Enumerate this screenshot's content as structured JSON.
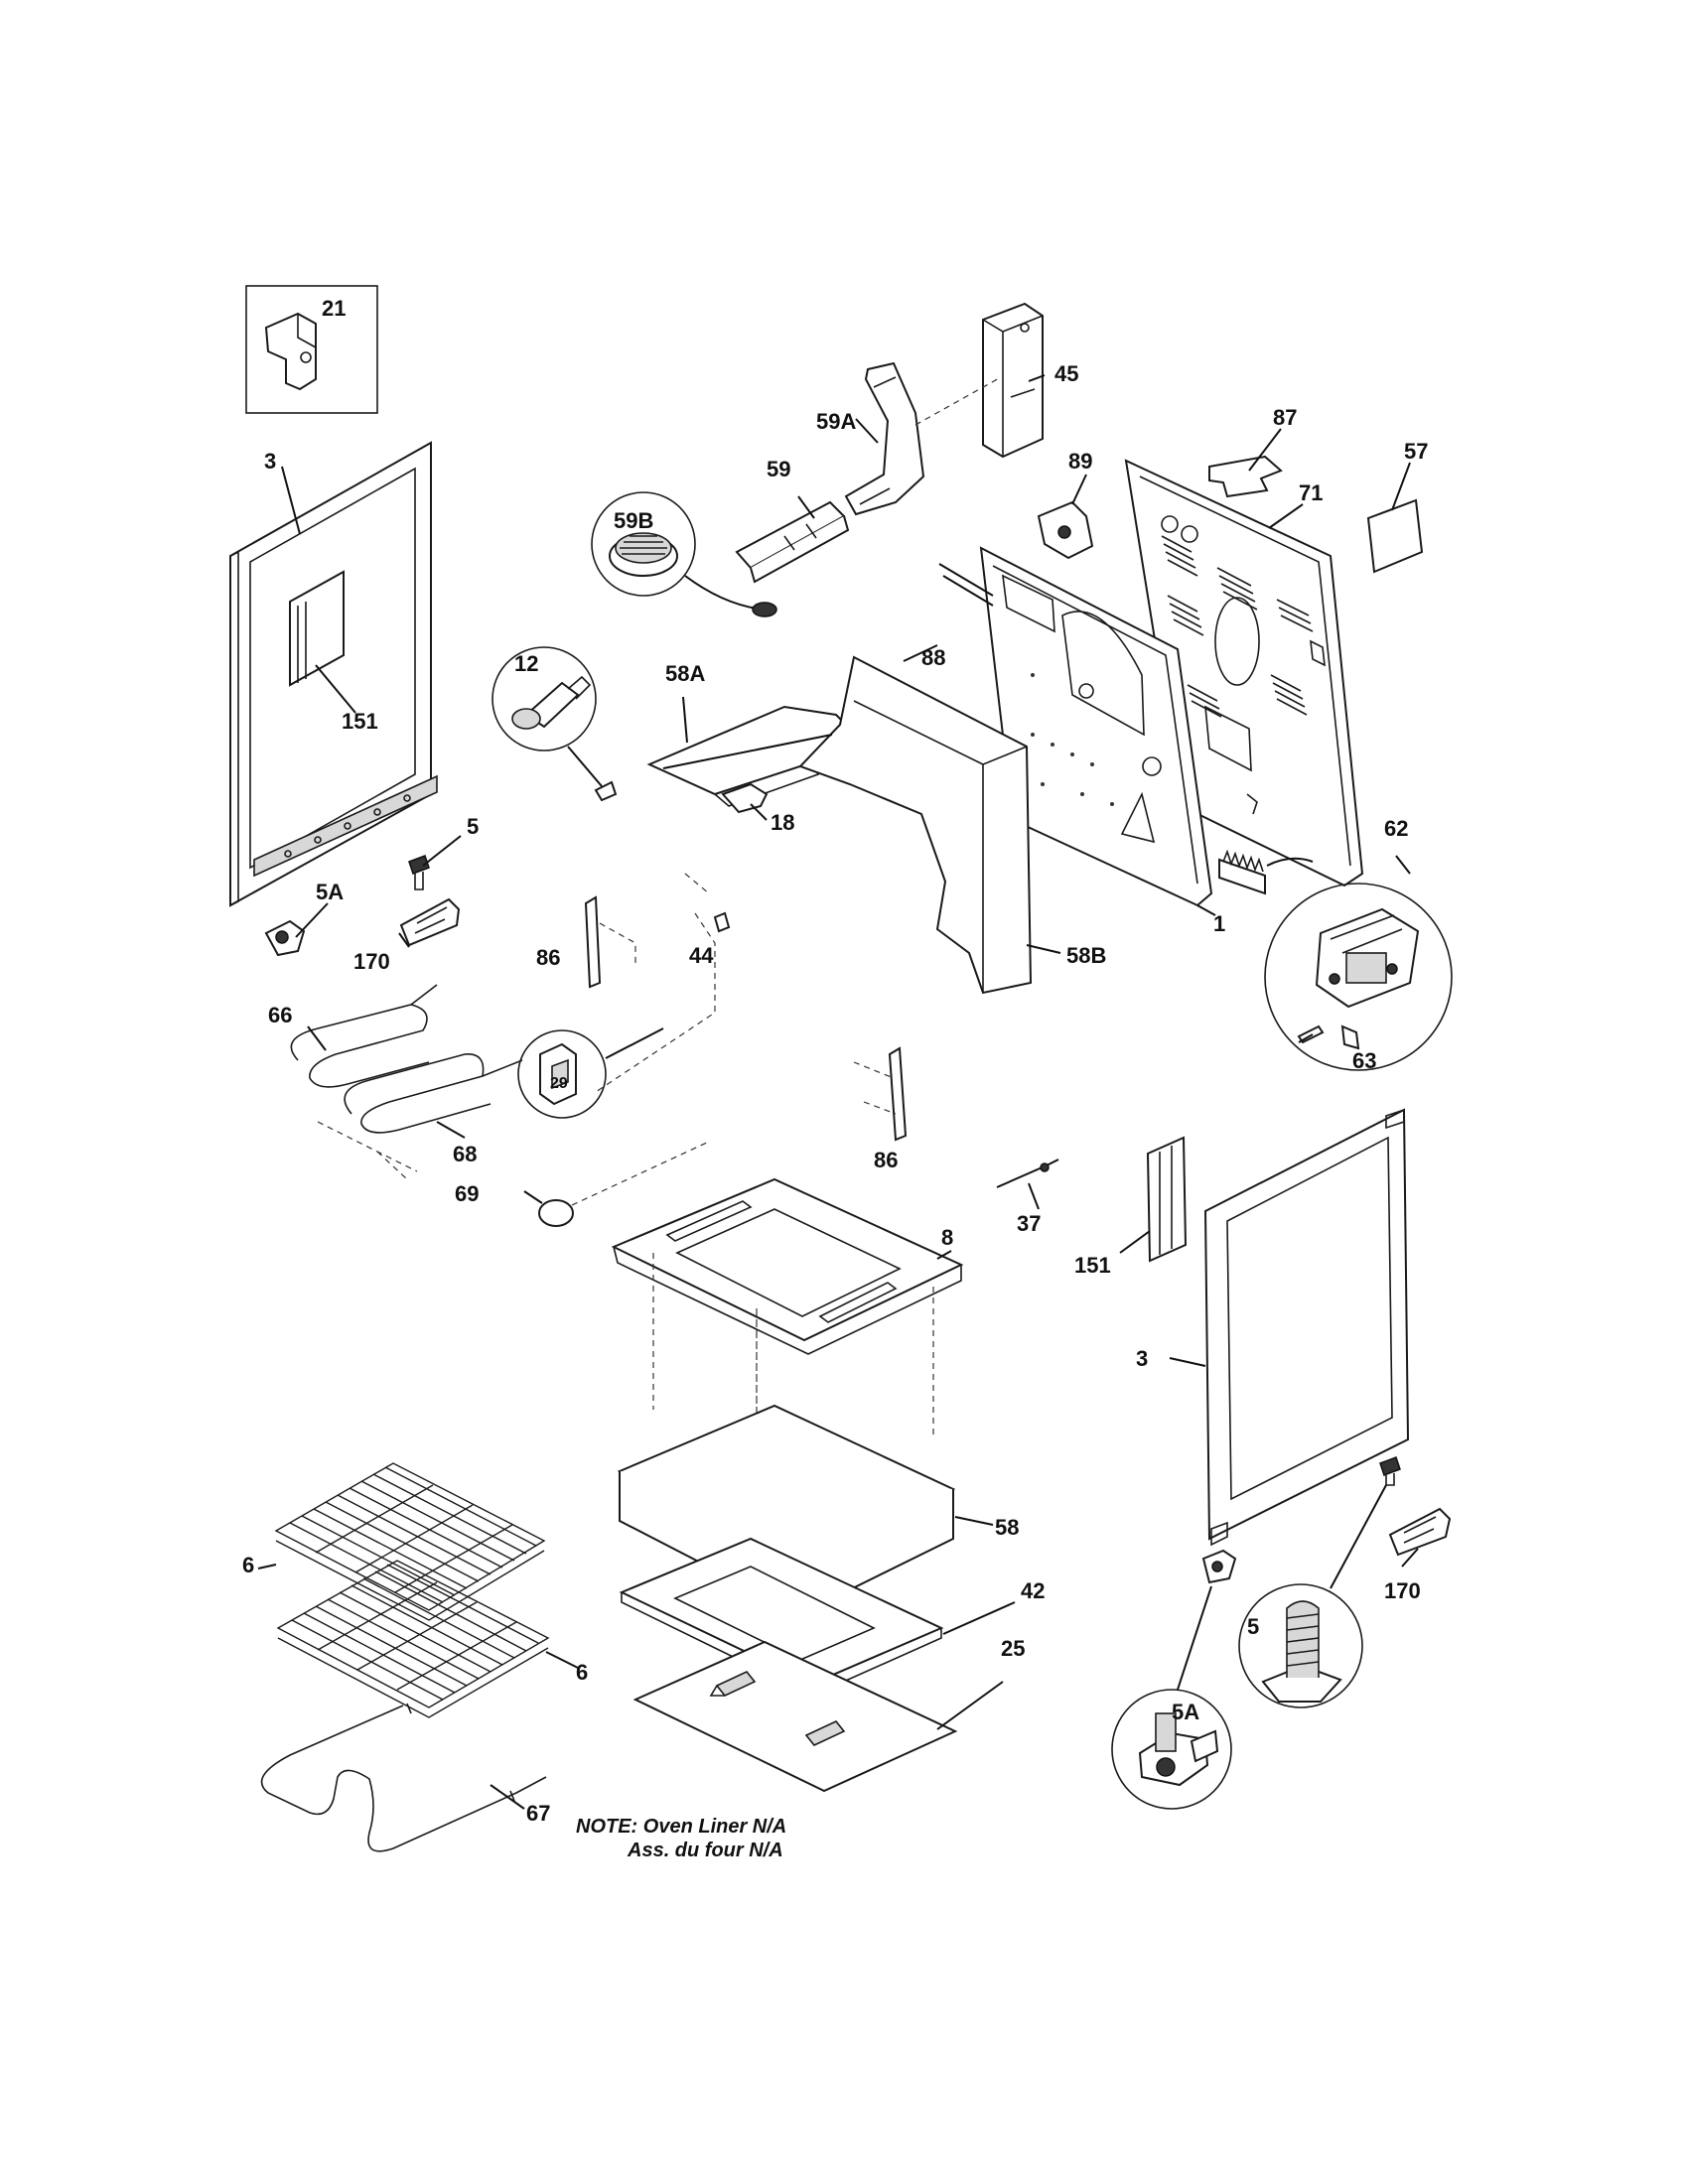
{
  "labels": {
    "p21": "21",
    "p3_left": "3",
    "p151_left": "151",
    "p5_top": "5",
    "p5A_top": "5A",
    "p170_top": "170",
    "p59B": "59B",
    "p59": "59",
    "p59A": "59A",
    "p45": "45",
    "p89": "89",
    "p87": "87",
    "p57": "57",
    "p71": "71",
    "p12": "12",
    "p58A": "58A",
    "p88": "88",
    "p18": "18",
    "p62": "62",
    "p1": "1",
    "p86_top": "86",
    "p44": "44",
    "p58B": "58B",
    "p63": "63",
    "p66": "66",
    "p29": "29",
    "p68": "68",
    "p86_mid": "86",
    "p69": "69",
    "p37": "37",
    "p8": "8",
    "p151_right": "151",
    "p3_right": "3",
    "p58": "58",
    "p6_upper": "6",
    "p42": "42",
    "p6_lower": "6",
    "p25": "25",
    "p170_bottom": "170",
    "p5_bottom": "5",
    "p5A_bottom": "5A",
    "p67": "67"
  },
  "note": {
    "line1": "NOTE: Oven Liner N/A",
    "line2": "Ass. du four N/A"
  }
}
